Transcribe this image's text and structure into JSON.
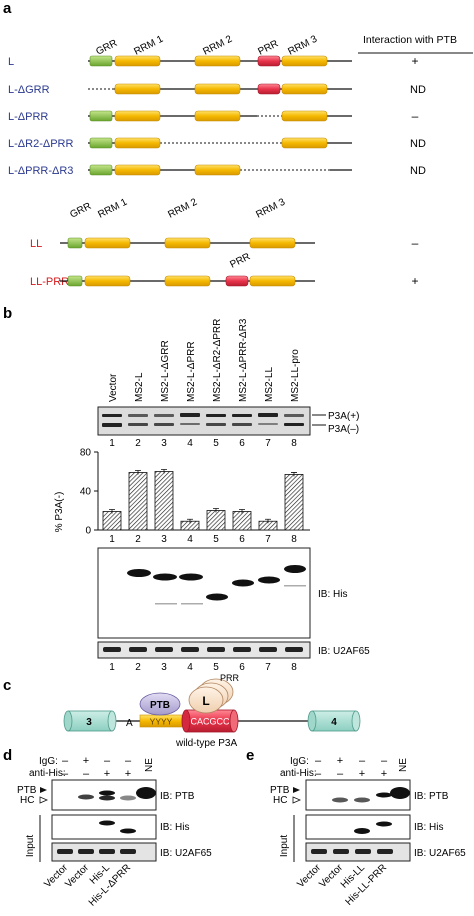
{
  "panel_a": {
    "label": "a",
    "interaction_header": "Interaction with PTB",
    "domain_labels": {
      "grr": "GRR",
      "rrm1": "RRM 1",
      "rrm2": "RRM 2",
      "prr": "PRR",
      "rrm3": "RRM 3"
    },
    "constructs": [
      {
        "name": "L",
        "result": "+"
      },
      {
        "name": "L-ΔGRR",
        "result": "ND"
      },
      {
        "name": "L-ΔPRR",
        "result": "–"
      },
      {
        "name": "L-ΔR2-ΔPRR",
        "result": "ND"
      },
      {
        "name": "L-ΔPRR-ΔR3",
        "result": "ND"
      },
      {
        "name": "LL",
        "result": "–"
      },
      {
        "name": "LL-PRR",
        "result": "+"
      }
    ],
    "colors": {
      "rrm": "#f5b800",
      "grr": "#8cc63f",
      "prr": "#e8334a",
      "blue_label": "#2b3990",
      "red_label": "#d7191c"
    }
  },
  "panel_b": {
    "label": "b",
    "lanes": [
      "Vector",
      "MS2-L",
      "MS2-L-ΔGRR",
      "MS2-L-ΔPRR",
      "MS2-L-ΔR2-ΔPRR",
      "MS2-L-ΔPRR-ΔR3",
      "MS2-LL",
      "MS2-LL-pro"
    ],
    "lane_numbers": [
      "1",
      "2",
      "3",
      "4",
      "5",
      "6",
      "7",
      "8"
    ],
    "gel_labels": {
      "p3a_plus": "P3A(+)",
      "p3a_minus": "P3A(–)"
    },
    "blot_labels": {
      "his": "IB: His",
      "u2af65": "IB: U2AF65"
    },
    "chart_data": {
      "type": "bar",
      "categories": [
        "1",
        "2",
        "3",
        "4",
        "5",
        "6",
        "7",
        "8"
      ],
      "values": [
        19,
        59,
        60,
        9,
        20,
        19,
        9,
        57
      ],
      "ylabel": "% P3A(-)",
      "ylim": [
        0,
        80
      ],
      "yticks": [
        "0",
        "40",
        "80"
      ]
    }
  },
  "panel_c": {
    "label": "c",
    "exon_left": "3",
    "exon_right": "4",
    "a_label": "A",
    "yyyy": "YYYY",
    "cacgcc": "CACGCC",
    "ptb": "PTB",
    "l": "L",
    "prr": "PRR",
    "caption": "wild-type P3A"
  },
  "panel_d": {
    "label": "d",
    "row_labels": {
      "igg": "IgG:",
      "anti_his": "anti-His:"
    },
    "igg_signs": [
      "–",
      "+",
      "–",
      "–"
    ],
    "his_signs": [
      "–",
      "–",
      "+",
      "+"
    ],
    "ne": "NE",
    "ptb": "PTB",
    "hc": "HC",
    "input": "Input",
    "blots": [
      "IB: PTB",
      "IB: His",
      "IB: U2AF65"
    ],
    "lanes": [
      "Vector",
      "Vector",
      "His-L",
      "His-L-ΔPRR"
    ]
  },
  "panel_e": {
    "label": "e",
    "row_labels": {
      "igg": "IgG:",
      "anti_his": "anti-His:"
    },
    "igg_signs": [
      "–",
      "+",
      "–",
      "–"
    ],
    "his_signs": [
      "–",
      "–",
      "+",
      "+"
    ],
    "ne": "NE",
    "ptb": "PTB",
    "hc": "HC",
    "input": "Input",
    "blots": [
      "IB: PTB",
      "IB: His",
      "IB: U2AF65"
    ],
    "lanes": [
      "Vector",
      "Vector",
      "His-LL",
      "His-LL-PRR"
    ]
  }
}
